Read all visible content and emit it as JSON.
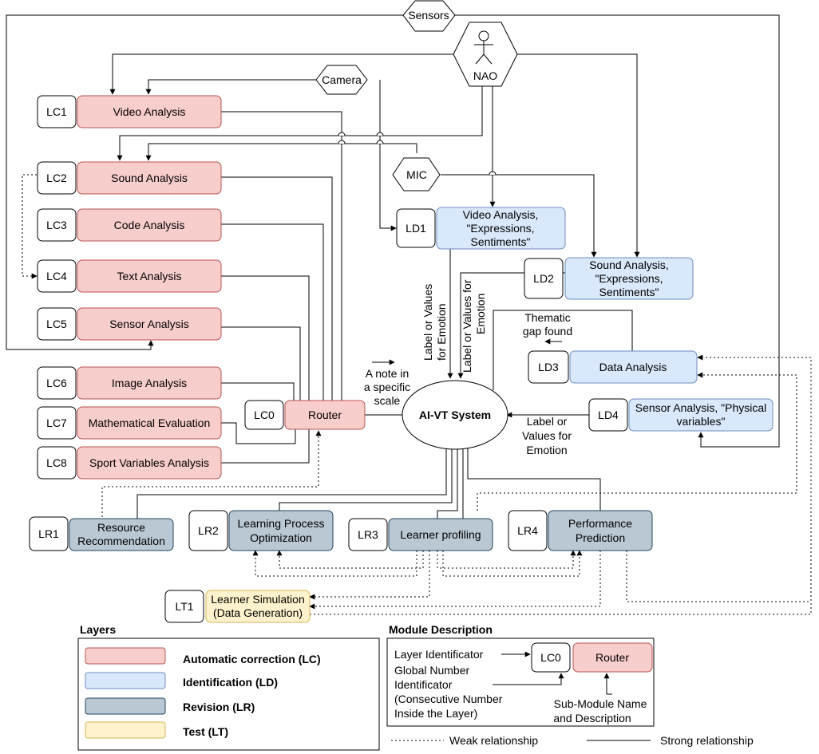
{
  "nodes": {
    "sensors": "Sensors",
    "camera": "Camera",
    "nao": "NAO",
    "mic": "MIC",
    "lc1": {
      "id": "LC1",
      "label": "Video Analysis"
    },
    "lc2": {
      "id": "LC2",
      "label": "Sound Analysis"
    },
    "lc3": {
      "id": "LC3",
      "label": "Code Analysis"
    },
    "lc4": {
      "id": "LC4",
      "label": "Text Analysis"
    },
    "lc5": {
      "id": "LC5",
      "label": "Sensor Analysis"
    },
    "lc6": {
      "id": "LC6",
      "label": "Image Analysis"
    },
    "lc7": {
      "id": "LC7",
      "label": "Mathematical Evaluation"
    },
    "lc8": {
      "id": "LC8",
      "label": "Sport Variables Analysis"
    },
    "lc0": {
      "id": "LC0",
      "label": "Router"
    },
    "ld1": {
      "id": "LD1",
      "lines": [
        "Video Analysis,",
        "\"Expressions,",
        "Sentiments\""
      ]
    },
    "ld2": {
      "id": "LD2",
      "lines": [
        "Sound Analysis,",
        "\"Expressions,",
        "Sentiments\""
      ]
    },
    "ld3": {
      "id": "LD3",
      "label": "Data Analysis"
    },
    "ld4": {
      "id": "LD4",
      "lines": [
        "Sensor Analysis, \"Physical",
        "variables\""
      ]
    },
    "core": "AI-VT System",
    "lr1": {
      "id": "LR1",
      "lines": [
        "Resource",
        "Recommendation"
      ]
    },
    "lr2": {
      "id": "LR2",
      "lines": [
        "Learning Process",
        "Optimization"
      ]
    },
    "lr3": {
      "id": "LR3",
      "label": "Learner profiling"
    },
    "lr4": {
      "id": "LR4",
      "lines": [
        "Performance",
        "Prediction"
      ]
    },
    "lt1": {
      "id": "LT1",
      "lines": [
        "Learner Simulation",
        "(Data Generation)"
      ]
    }
  },
  "annotations": {
    "note": [
      "A note in",
      "a specific",
      "scale"
    ],
    "thematic": [
      "Thematic",
      "gap found"
    ],
    "ld1_emotion": [
      "Label or Values",
      "for Emotion"
    ],
    "ld2_emotion": [
      "Label or Values for",
      "Emotion"
    ],
    "ld4_emotion": [
      "Label or",
      "Values for",
      "Emotion"
    ]
  },
  "legend": {
    "layers_title": "Layers",
    "items": [
      {
        "label": "Automatic correction (LC)",
        "color": "#f8cecc",
        "border": "#b85450"
      },
      {
        "label": "Identification (LD)",
        "color": "#dae8fc",
        "border": "#6c8ebf"
      },
      {
        "label": "Revision (LR)",
        "color": "#bac8d3",
        "border": "#23445d"
      },
      {
        "label": "Test (LT)",
        "color": "#fff2cc",
        "border": "#d6b656"
      }
    ],
    "module_title": "Module Description",
    "layer_identificator": "Layer Identificator",
    "global_number": [
      "Global Number",
      "Identificator",
      "(Consecutive Number",
      "Inside the Layer)"
    ],
    "submodule": [
      "Sub-Module Name",
      "and Description"
    ],
    "example_id": "LC0",
    "example_label": "Router",
    "weak": "Weak relationship",
    "strong": "Strong relationship"
  }
}
